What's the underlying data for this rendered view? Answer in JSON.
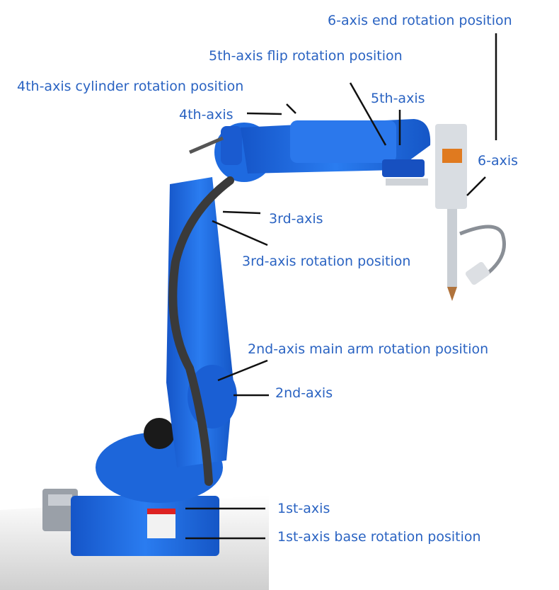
{
  "colors": {
    "label": "#2a63c2",
    "leader": "#111111",
    "robot_body": "#1f6fe0",
    "robot_dark": "#124fb0",
    "cable": "#3a3a3a"
  },
  "labels": {
    "axis6_end_rotation": "6-axis end rotation position",
    "axis5_flip_rotation": "5th-axis flip rotation position",
    "axis4_cylinder_rotation": "4th-axis cylinder rotation position",
    "axis4": "4th-axis",
    "axis5": "5th-axis",
    "axis6": "6-axis",
    "axis3": "3rd-axis",
    "axis3_rotation": "3rd-axis rotation position",
    "axis2_main_arm_rotation": "2nd-axis main arm rotation position",
    "axis2": "2nd-axis",
    "axis1": "1st-axis",
    "axis1_base_rotation": "1st-axis base rotation position"
  }
}
